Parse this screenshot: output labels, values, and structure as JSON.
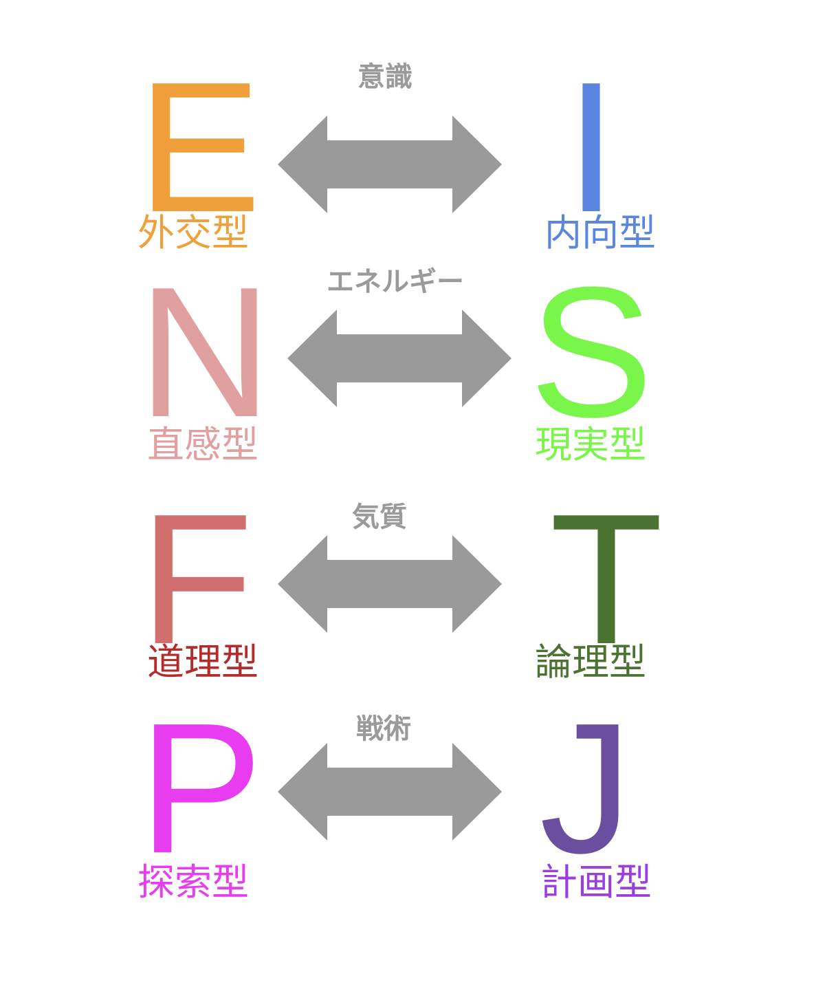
{
  "pairs": [
    {
      "dimension": "意識",
      "left": {
        "letter": "E",
        "label": "外交型",
        "letter_color": "#f0a03a",
        "label_color": "#f0a03a"
      },
      "right": {
        "letter": "I",
        "label": "内向型",
        "letter_color": "#5b86e0",
        "label_color": "#5b86e0"
      }
    },
    {
      "dimension": "エネルギー",
      "left": {
        "letter": "N",
        "label": "直感型",
        "letter_color": "#e0a0a0",
        "label_color": "#e0a0a0"
      },
      "right": {
        "letter": "S",
        "label": "現実型",
        "letter_color": "#7af54a",
        "label_color": "#7af54a"
      }
    },
    {
      "dimension": "気質",
      "left": {
        "letter": "F",
        "label": "道理型",
        "letter_color": "#d16e6e",
        "label_color": "#b52a2a"
      },
      "right": {
        "letter": "T",
        "label": "論理型",
        "letter_color": "#4a7230",
        "label_color": "#4a7230"
      }
    },
    {
      "dimension": "戦術",
      "left": {
        "letter": "P",
        "label": "探索型",
        "letter_color": "#e83cf0",
        "label_color": "#e83cf0"
      },
      "right": {
        "letter": "J",
        "label": "計画型",
        "letter_color": "#6a4fa0",
        "label_color": "#9a3ee0"
      }
    }
  ],
  "arrow_color": "#9a9a9a",
  "dimension_label_color": "#9a9a9a"
}
